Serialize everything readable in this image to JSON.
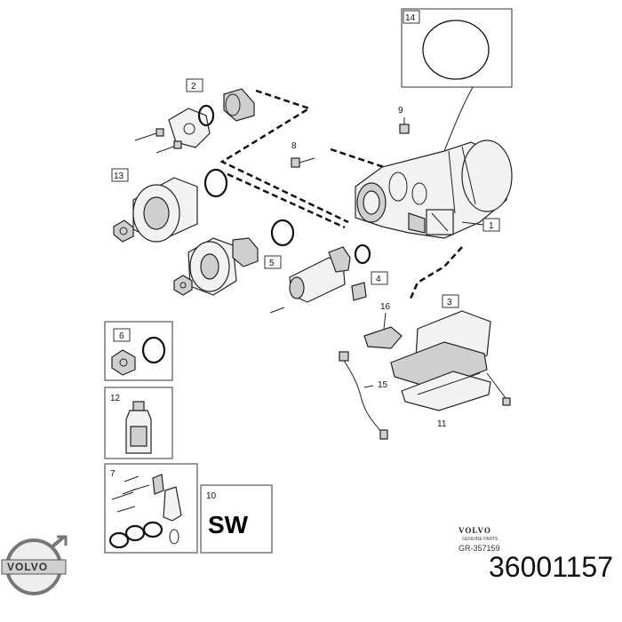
{
  "diagram": {
    "labels": {
      "p1": "1",
      "p2": "2",
      "p3": "3",
      "p4": "4",
      "p5": "5",
      "p6": "6",
      "p7": "7",
      "p8": "8",
      "p9": "9",
      "p10": "10",
      "p11": "11",
      "p12": "12",
      "p13": "13",
      "p14": "14",
      "p15": "15",
      "p16": "16"
    },
    "sw_text": "SW",
    "brand_logo_text": "VOLVO",
    "brand_subtext": "GENUINE PARTS",
    "reference": "GR-357159"
  },
  "footer": {
    "logo_text": "VOLVO",
    "part_number": "36001157"
  }
}
